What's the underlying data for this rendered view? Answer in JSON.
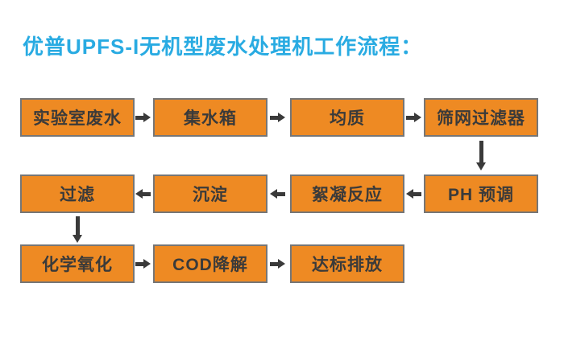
{
  "header": {
    "title": "优普UPFS-I无机型废水处理机工作流程："
  },
  "colors": {
    "title_color": "#29ABE2",
    "node_fill": "#EE8A23",
    "node_border": "#767676",
    "node_text": "#3A3A3A",
    "arrow_color": "#3A3A3A",
    "page_bg": "#FFFFFF"
  },
  "nodes": [
    {
      "id": "lab-wastewater",
      "label": "实验室废水"
    },
    {
      "id": "collection-tank",
      "label": "集水箱"
    },
    {
      "id": "homogenization",
      "label": "均质"
    },
    {
      "id": "screen-filter",
      "label": "筛网过滤器"
    },
    {
      "id": "ph-preadjust",
      "label": "PH 预调"
    },
    {
      "id": "flocculation",
      "label": "絮凝反应"
    },
    {
      "id": "sedimentation",
      "label": "沉淀"
    },
    {
      "id": "filtration",
      "label": "过滤"
    },
    {
      "id": "chemical-oxidation",
      "label": "化学氧化"
    },
    {
      "id": "cod-degradation",
      "label": "COD降解"
    },
    {
      "id": "discharge",
      "label": "达标排放"
    }
  ],
  "connections": [
    {
      "from": "lab-wastewater",
      "to": "collection-tank",
      "direction": "right"
    },
    {
      "from": "collection-tank",
      "to": "homogenization",
      "direction": "right"
    },
    {
      "from": "homogenization",
      "to": "screen-filter",
      "direction": "right"
    },
    {
      "from": "screen-filter",
      "to": "ph-preadjust",
      "direction": "down"
    },
    {
      "from": "ph-preadjust",
      "to": "flocculation",
      "direction": "left"
    },
    {
      "from": "flocculation",
      "to": "sedimentation",
      "direction": "left"
    },
    {
      "from": "sedimentation",
      "to": "filtration",
      "direction": "left"
    },
    {
      "from": "filtration",
      "to": "chemical-oxidation",
      "direction": "down"
    },
    {
      "from": "chemical-oxidation",
      "to": "cod-degradation",
      "direction": "right"
    },
    {
      "from": "cod-degradation",
      "to": "discharge",
      "direction": "right"
    }
  ]
}
